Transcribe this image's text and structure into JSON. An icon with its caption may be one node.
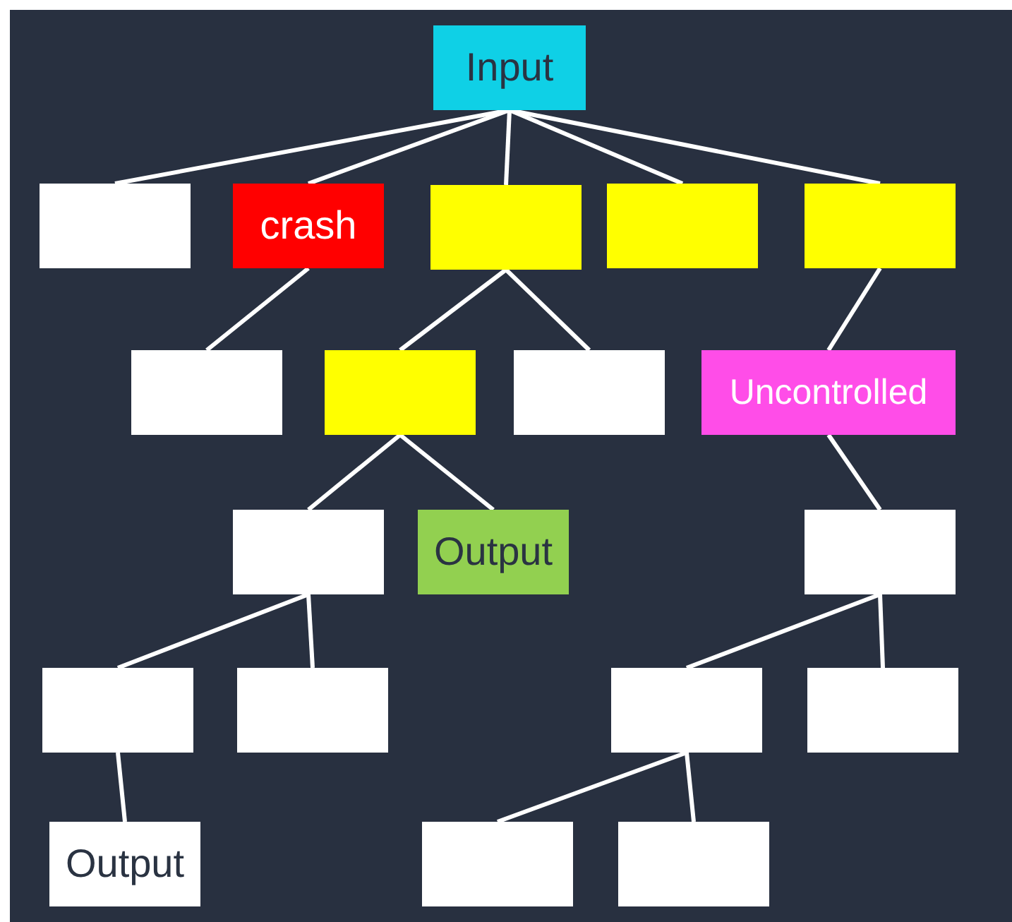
{
  "diagram": {
    "nodes": [
      {
        "text": [
          "Input"
        ]
      },
      {
        "text": [],
        "shape": "box"
      },
      {
        "text": [
          "crash"
        ]
      },
      {
        "text": [],
        "shape": "box"
      },
      {
        "text": [],
        "shape": "box"
      },
      {
        "text": [],
        "shape": "box"
      },
      {
        "text": [],
        "shape": "box"
      },
      {
        "text": [],
        "shape": "box"
      },
      {
        "text": [],
        "shape": "box"
      },
      {
        "text": [
          "Uncontrolled"
        ]
      },
      {
        "text": [],
        "shape": "box"
      },
      {
        "text": [
          "Output"
        ]
      },
      {
        "text": [],
        "shape": "box"
      },
      {
        "text": [],
        "shape": "box"
      },
      {
        "text": [],
        "shape": "box"
      },
      {
        "text": [],
        "shape": "box"
      },
      {
        "text": [],
        "shape": "box"
      },
      {
        "text": [
          "Output"
        ]
      },
      {
        "text": [],
        "shape": "box"
      },
      {
        "text": [],
        "shape": "box"
      }
    ],
    "edges": [
      {
        "from": 0,
        "to": 1,
        "arrow": "none"
      },
      {
        "from": 0,
        "to": 2,
        "arrow": "none"
      },
      {
        "from": 0,
        "to": 3,
        "arrow": "none"
      },
      {
        "from": 0,
        "to": 4,
        "arrow": "none"
      },
      {
        "from": 0,
        "to": 5,
        "arrow": "none"
      },
      {
        "from": 2,
        "to": 6,
        "arrow": "none"
      },
      {
        "from": 3,
        "to": 7,
        "arrow": "none"
      },
      {
        "from": 3,
        "to": 8,
        "arrow": "none"
      },
      {
        "from": 5,
        "to": 9,
        "arrow": "none"
      },
      {
        "from": 7,
        "to": 10,
        "arrow": "none"
      },
      {
        "from": 7,
        "to": 11,
        "arrow": "none"
      },
      {
        "from": 9,
        "to": 12,
        "arrow": "none"
      },
      {
        "from": 10,
        "to": 13,
        "arrow": "none"
      },
      {
        "from": 10,
        "to": 14,
        "arrow": "none"
      },
      {
        "from": 12,
        "to": 15,
        "arrow": "none"
      },
      {
        "from": 12,
        "to": 16,
        "arrow": "none"
      },
      {
        "from": 13,
        "to": 17,
        "arrow": "none"
      },
      {
        "from": 15,
        "to": 18,
        "arrow": "none"
      },
      {
        "from": 15,
        "to": 19,
        "arrow": "none"
      }
    ]
  }
}
